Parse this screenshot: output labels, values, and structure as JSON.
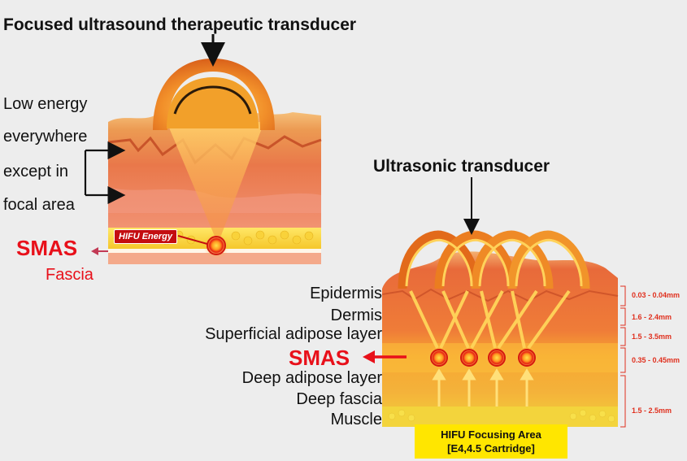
{
  "left": {
    "title": "Focused ultrasound therapeutic transducer",
    "side_lines": [
      "Low energy",
      "everywhere",
      "except in",
      "focal area"
    ],
    "hifu_tag": "HIFU Energy",
    "smas": "SMAS",
    "fascia": "Fascia"
  },
  "right": {
    "title": "Ultrasonic transducer",
    "layers": {
      "epidermis": "Epidermis",
      "dermis": "Dermis",
      "superficial": "Superficial adipose layer",
      "smas": "SMAS",
      "deep_adipose": "Deep adipose layer",
      "deep_fascia": "Deep fascia",
      "muscle": "Muscle"
    },
    "measurements": [
      "0.03 - 0.04mm",
      "1.6 - 2.4mm",
      "1.5 - 3.5mm",
      "0.35 - 0.45mm",
      "1.5 - 2.5mm"
    ],
    "focus_box_line1": "HIFU Focusing Area",
    "focus_box_line2": "[E4,4.5 Cartridge]"
  },
  "colors": {
    "accent_red": "#e8101a",
    "tissue_orange": "#f08a3c",
    "highlight_yellow": "#ffe600"
  }
}
